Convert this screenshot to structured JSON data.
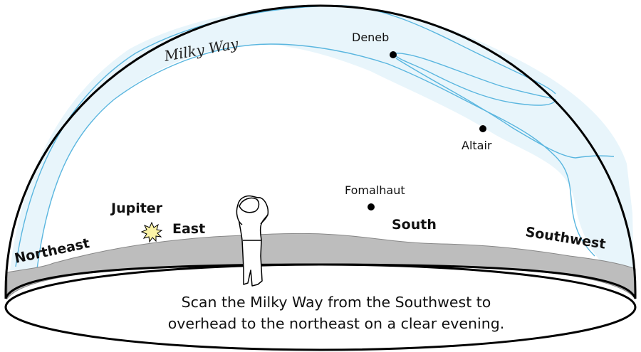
{
  "milky_way_label": "Milky Way",
  "stars": {
    "deneb": "Deneb",
    "altair": "Altair",
    "fomalhaut": "Fomalhaut"
  },
  "planet": "Jupiter",
  "directions": {
    "northeast": "Northeast",
    "east": "East",
    "south": "South",
    "southwest": "Southwest"
  },
  "caption": {
    "line1": "Scan the Milky Way from the Southwest to",
    "line2": "overhead to the northeast on a clear evening."
  },
  "colors": {
    "milky_way_fill": "#e8f5fb",
    "milky_way_edge": "#5ab6df",
    "ground": "#bdbdbd",
    "jupiter": "#fbf3a6"
  }
}
